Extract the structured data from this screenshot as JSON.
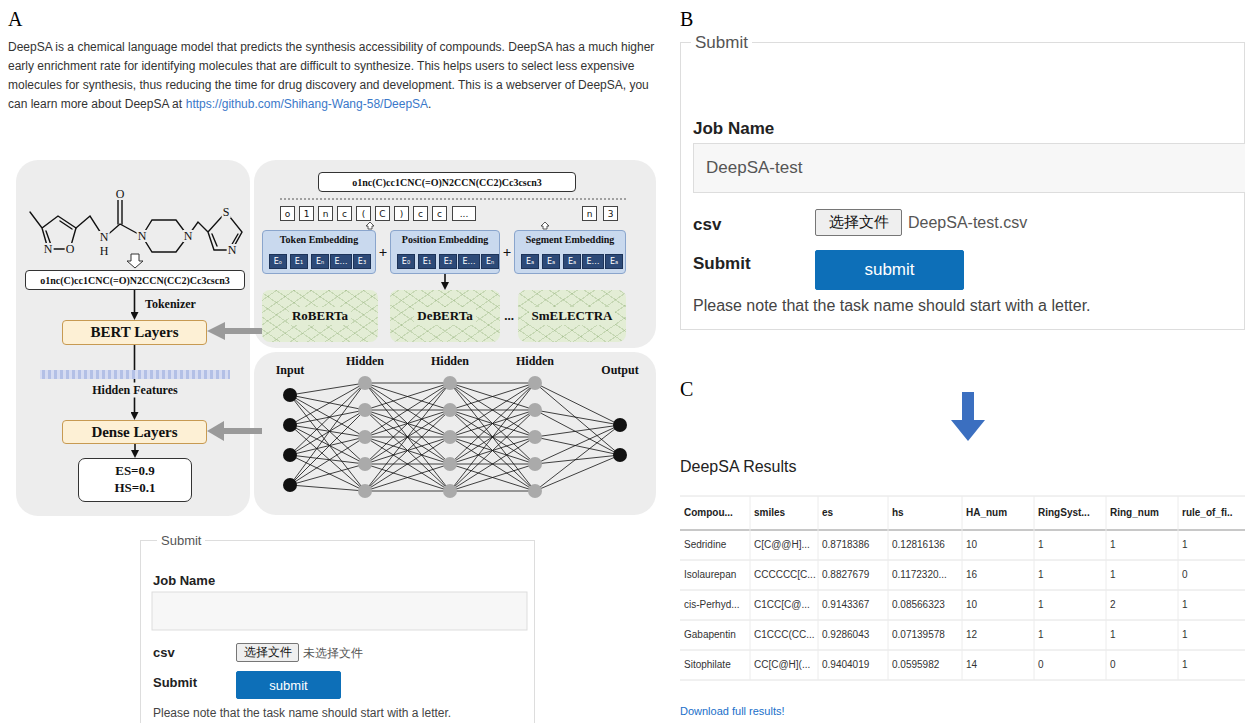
{
  "diagram": {
    "nodes": [
      {
        "text": [
          "o1nc(C)cc1CNC(=O)N2CCN(CC2)Cc3cscn3"
        ]
      },
      {
        "text": [
          "BERT Layers"
        ]
      },
      {
        "text": [
          "Dense Layers"
        ]
      },
      {
        "text": [
          "ES=0.9",
          "HS=0.1"
        ]
      },
      {
        "text": [
          "o1nc(C)cc1CNC(=O)N2CCN(CC2)Cc3cscn3"
        ]
      },
      {
        "text": [
          "o"
        ]
      },
      {
        "text": [
          "1"
        ]
      },
      {
        "text": [
          "n"
        ]
      },
      {
        "text": [
          "c"
        ]
      },
      {
        "text": [
          "("
        ]
      },
      {
        "text": [
          "C"
        ]
      },
      {
        "text": [
          ")"
        ]
      },
      {
        "text": [
          "c"
        ]
      },
      {
        "text": [
          "c"
        ]
      },
      {
        "text": [
          "..."
        ]
      },
      {
        "text": [
          "n"
        ]
      },
      {
        "text": [
          "3"
        ]
      },
      {
        "text": [
          "Token Embedding"
        ]
      },
      {
        "text": [
          "Eₒ"
        ],
        "in": 17
      },
      {
        "text": [
          "E₁"
        ],
        "in": 17
      },
      {
        "text": [
          "Eₙ"
        ],
        "in": 17
      },
      {
        "text": [
          "E…"
        ],
        "in": 17
      },
      {
        "text": [
          "E₃"
        ],
        "in": 17
      },
      {
        "text": [
          "Position Embedding"
        ]
      },
      {
        "text": [
          "E₀"
        ],
        "in": 23
      },
      {
        "text": [
          "E₁"
        ],
        "in": 23
      },
      {
        "text": [
          "E₂"
        ],
        "in": 23
      },
      {
        "text": [
          "E…"
        ],
        "in": 23
      },
      {
        "text": [
          "Eₙ"
        ],
        "in": 23
      },
      {
        "text": [
          "Segment Embedding"
        ]
      },
      {
        "text": [
          "Eₐ"
        ],
        "in": 29
      },
      {
        "text": [
          "Eₐ"
        ],
        "in": 29
      },
      {
        "text": [
          "Eₐ"
        ],
        "in": 29
      },
      {
        "text": [
          "E…"
        ],
        "in": 29
      },
      {
        "text": [
          "Eₐ"
        ],
        "in": 29
      },
      {
        "text": [
          "RoBERTa"
        ]
      },
      {
        "text": [
          "DeBERTa"
        ]
      },
      {
        "text": [
          "SmELECTRA"
        ]
      },
      {
        "text": [
          "Submit",
          "Job Name",
          "csv",
          "未选择文件",
          "Submit",
          "Please note that the task name should start with a letter."
        ]
      },
      {
        "text": [
          "选择文件"
        ],
        "in": 38
      },
      {
        "text": [
          "submit"
        ],
        "in": 38
      },
      {
        "text": [
          "Submit",
          "Job Name",
          "csv",
          "DeepSA-test.csv",
          "Submit",
          "Please note that the task name should start with a letter."
        ]
      },
      {
        "text": [
          "DeepSA-test"
        ],
        "in": 41
      },
      {
        "text": [
          "选择文件"
        ],
        "in": 41
      },
      {
        "text": [
          "submit"
        ],
        "in": 41
      }
    ],
    "edges": [
      {
        "from": 0,
        "to": 1,
        "arrow": "to",
        "label": "Tokenizer"
      },
      {
        "from": 1,
        "to": 2,
        "arrow": "to",
        "label": "Hidden Features"
      },
      {
        "from": 2,
        "to": 3,
        "arrow": "to"
      },
      {
        "from": 35,
        "to": 1,
        "arrow": "to"
      },
      {
        "from": 23,
        "to": 36,
        "arrow": "to"
      }
    ],
    "labels": [
      "A",
      "DeepSA is a chemical language model that predicts the synthesis accessibility of compounds. DeepSA has a much higher early enrichment rate for identifying molecules that are difficult to synthesize. This helps users to select less expensive molecules for synthesis, thus reducing the time for drug discovery and development. This is a webserver of DeepSA, you can learn more about DeepSA at",
      "https://github.com/Shihang-Wang-58/DeepSA",
      ".",
      "O",
      "N",
      "O",
      "N",
      "H",
      "N",
      "N",
      "S",
      "N",
      "...",
      "+",
      "+",
      "Input",
      "Hidden",
      "Hidden",
      "Hidden",
      "Output",
      "B",
      "C",
      "DeepSA Results",
      "Compou...",
      "smiles",
      "es",
      "hs",
      "HA_num",
      "RingSyst...",
      "Ring_num",
      "rule_of_fi..",
      "Sedridine",
      "C[C@@H]...",
      "0.8718386",
      "0.12816136",
      "10",
      "1",
      "1",
      "1",
      "Isolaurepan",
      "CCCCCC[C...",
      "0.8827679",
      "0.1172320...",
      "16",
      "1",
      "1",
      "0",
      "cis-Perhyd...",
      "C1CC[C@...",
      "0.9143367",
      "0.08566323",
      "10",
      "1",
      "2",
      "1",
      "Gabapentin",
      "C1CCC(CC...",
      "0.9286043",
      "0.07139578",
      "12",
      "1",
      "1",
      "1",
      "Sitophilate",
      "CC[C@H](...",
      "0.9404019",
      "0.0595982",
      "14",
      "0",
      "0",
      "1",
      "Download full results!"
    ]
  }
}
